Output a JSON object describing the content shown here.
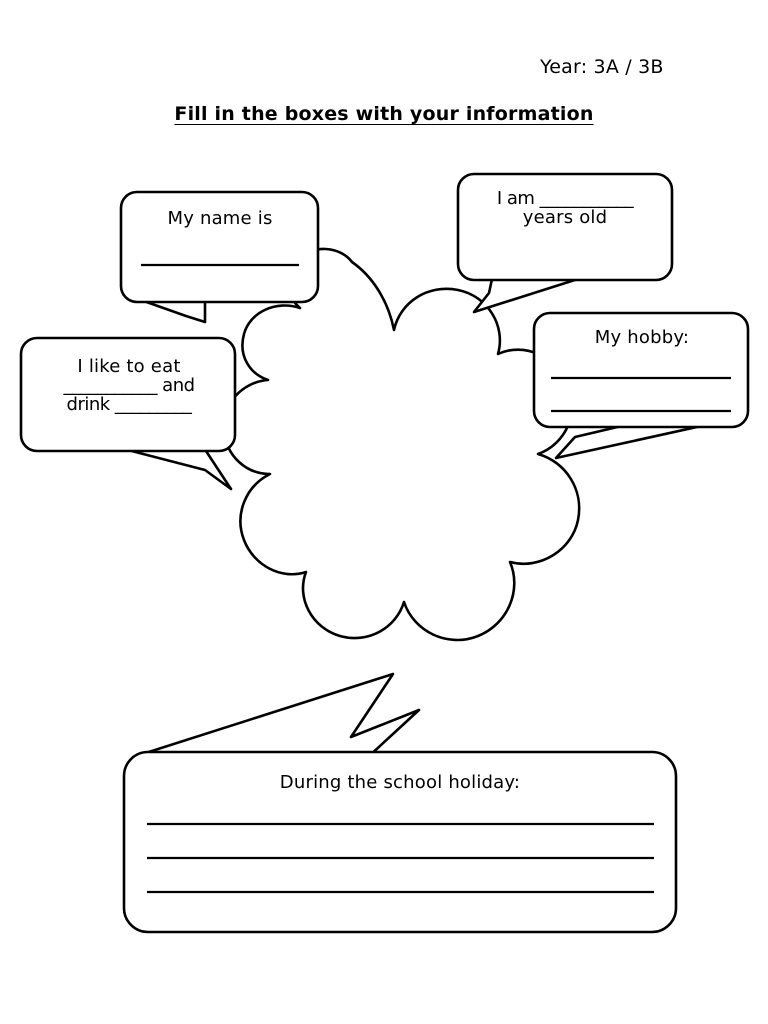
{
  "page": {
    "year_label": "Year: 3A / 3B",
    "title": "Fill in the boxes with your information",
    "background_color": "#ffffff",
    "ink_color": "#000000"
  },
  "bubbles": {
    "name": {
      "label": "My name is",
      "line1": "My name is",
      "blank_lines": 1
    },
    "age": {
      "line1": "I am ___________",
      "line2": "years old"
    },
    "eat": {
      "line1": "I like to eat",
      "line2": "___________ and",
      "line3": "drink _________"
    },
    "hobby": {
      "label": "My hobby:",
      "blank_lines": 2
    },
    "holiday": {
      "label": "During the school holiday:",
      "blank_lines": 3
    }
  },
  "shapes": {
    "cloud_name": "thought-cloud",
    "tail_name": "speech-tail"
  }
}
